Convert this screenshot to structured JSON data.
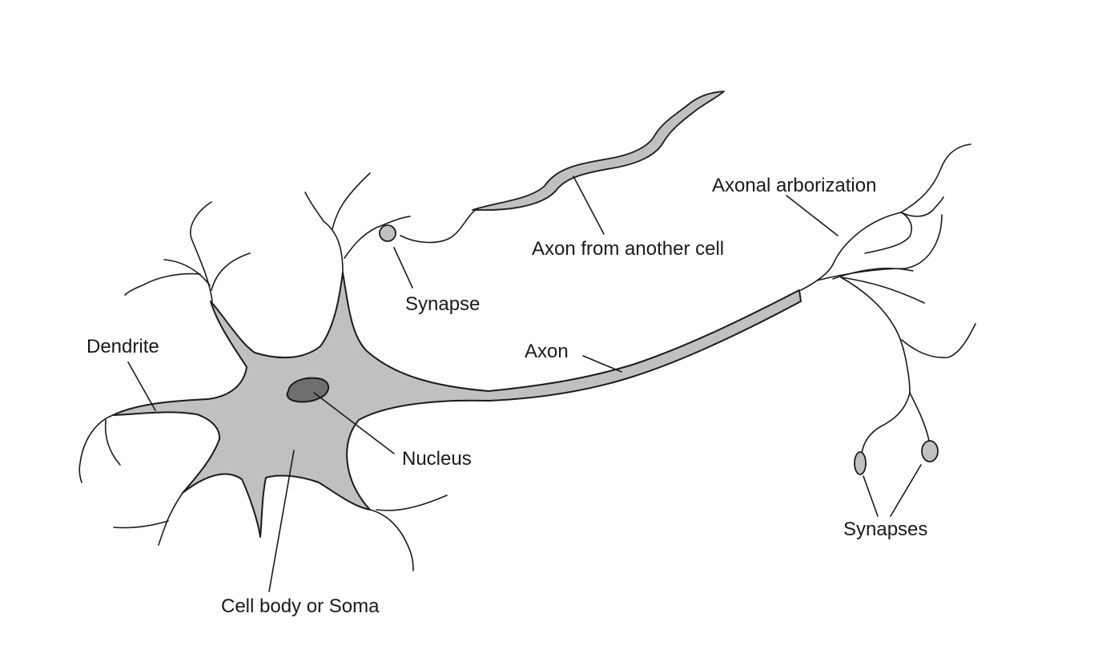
{
  "labels": {
    "dendrite": "Dendrite",
    "cell_body": "Cell body or Soma",
    "nucleus": "Nucleus",
    "synapse": "Synapse",
    "axon_from_another_cell": "Axon from another cell",
    "axon": "Axon",
    "axonal_arborization": "Axonal arborization",
    "synapses": "Synapses"
  },
  "colors": {
    "cell_fill": "#c0c0c0",
    "nucleus_fill": "#6e6e6e",
    "outline": "#1a1a1a",
    "background": "#ffffff"
  }
}
